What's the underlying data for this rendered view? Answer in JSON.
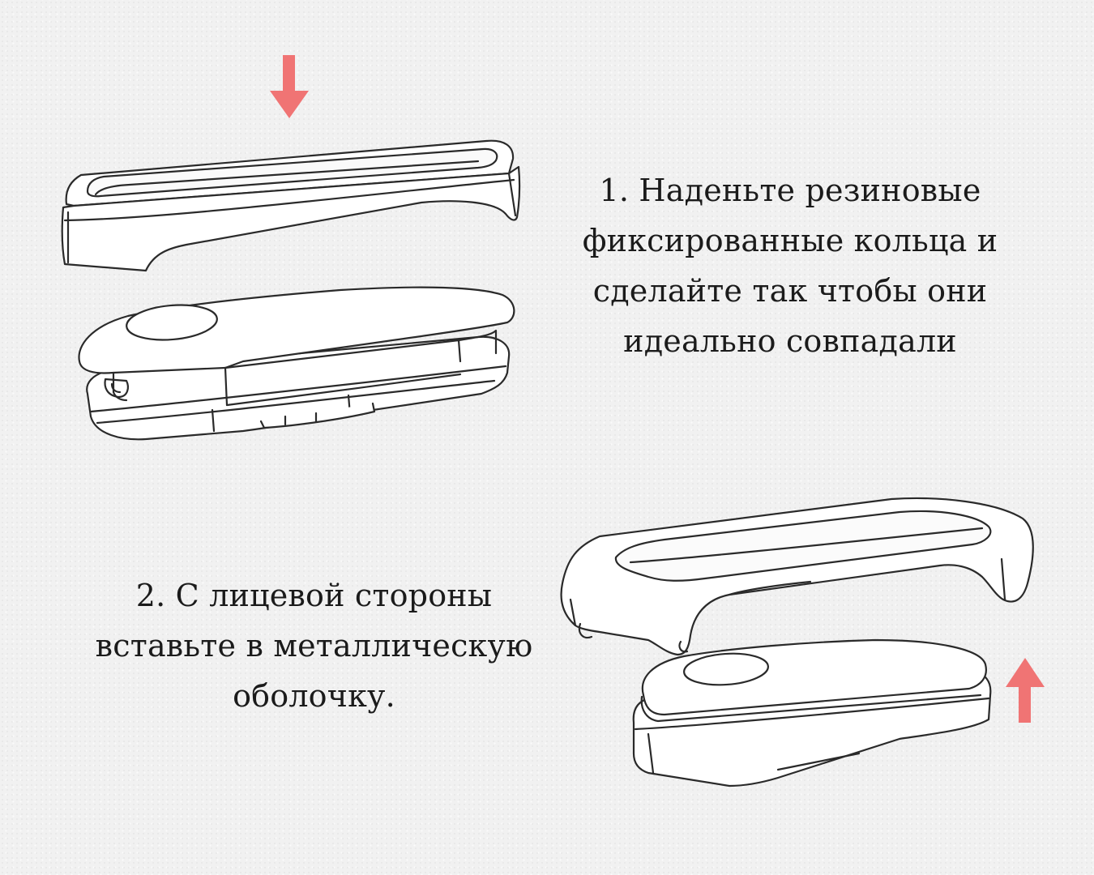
{
  "steps": [
    {
      "number": "1.",
      "lines": [
        "1. Наденьте резиновые",
        "фиксированные кольца и",
        "сделайте так чтобы они",
        "идеально совпадали"
      ]
    },
    {
      "number": "2.",
      "lines": [
        "2. С лицевой стороны",
        "вставьте в металлическую",
        "оболочку."
      ]
    }
  ],
  "colors": {
    "arrow": "#f07474",
    "line": "#2a2a2a",
    "background": "#f1f1f1"
  },
  "icons": {
    "step1_arrow": "arrow-down-icon",
    "step2_arrow": "arrow-up-icon"
  }
}
